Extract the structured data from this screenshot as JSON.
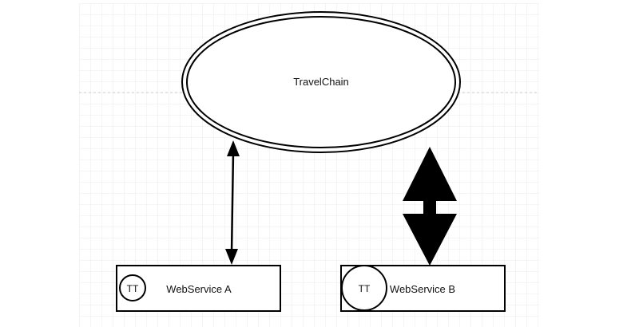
{
  "diagram": {
    "nodes": {
      "travelchain": {
        "label": "TravelChain",
        "shape": "double-ellipse"
      },
      "webservice_a": {
        "label": "WebService A",
        "badge": "TT",
        "shape": "rectangle"
      },
      "webservice_b": {
        "label": "WebService B",
        "badge": "TT",
        "shape": "rectangle"
      }
    },
    "edges": [
      {
        "from": "webservice_a",
        "to": "travelchain",
        "style": "thin",
        "direction": "both"
      },
      {
        "from": "webservice_b",
        "to": "travelchain",
        "style": "thick",
        "direction": "both"
      }
    ]
  },
  "colors": {
    "stroke": "#000000",
    "grid": "#ebebeb",
    "background": "#ffffff",
    "dashed_line": "#c8c8c8"
  }
}
